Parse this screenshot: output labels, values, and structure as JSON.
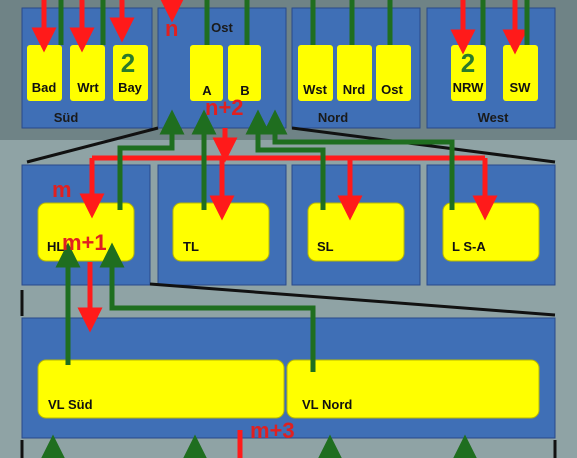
{
  "regions": {
    "sued": {
      "name": "Süd",
      "boxes": [
        {
          "label": "Bad"
        },
        {
          "label": "Wrt",
          "badge": ""
        },
        {
          "label": "Bay",
          "badge": "2"
        }
      ]
    },
    "ost": {
      "name": "Ost",
      "boxes": [
        {
          "label": "A"
        },
        {
          "label": "B"
        }
      ]
    },
    "nord": {
      "name": "Nord",
      "boxes": [
        {
          "label": "Wst"
        },
        {
          "label": "Nrd"
        },
        {
          "label": "Ost"
        }
      ]
    },
    "west": {
      "name": "West",
      "boxes": [
        {
          "label": "NRW",
          "badge": "2"
        },
        {
          "label": "SW"
        }
      ]
    }
  },
  "middle": [
    {
      "label": "HL"
    },
    {
      "label": "TL"
    },
    {
      "label": "SL"
    },
    {
      "label": "L S-A"
    }
  ],
  "bottom": [
    {
      "label": "VL Süd"
    },
    {
      "label": "VL Nord"
    }
  ],
  "markers": {
    "n": "n",
    "n2": "n+2",
    "m": "m",
    "m1": "m+1",
    "m3": "m+3"
  },
  "colors": {
    "panel": "#3f6fb6",
    "panel_dark": "#6b7f83",
    "box": "#ffff00",
    "arrow_red": "#ff1a1a",
    "arrow_green": "#1f6e1f",
    "background": "#8fa3a5"
  }
}
